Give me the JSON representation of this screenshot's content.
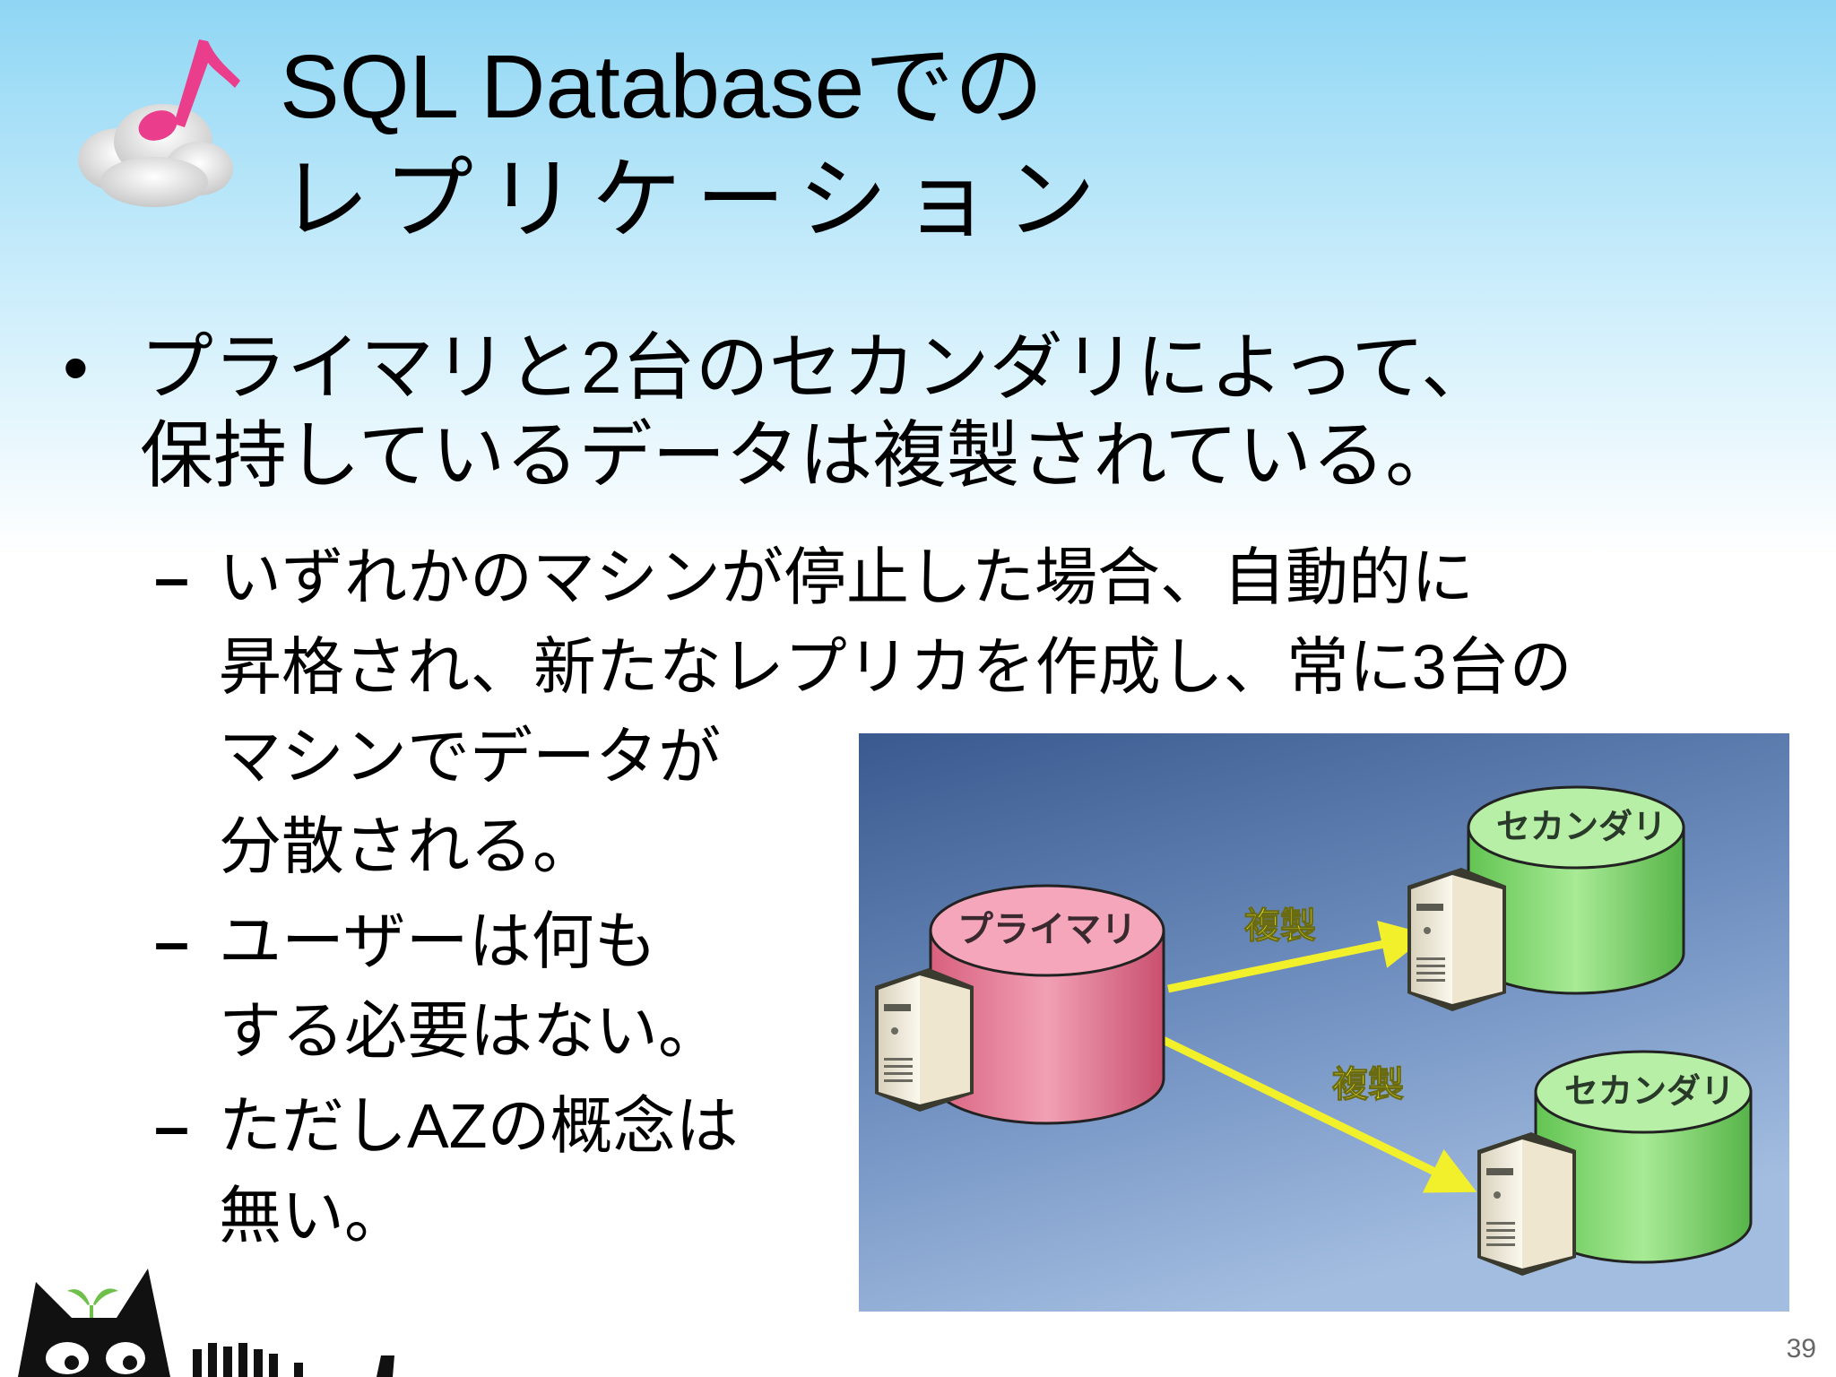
{
  "slide": {
    "title_line1": "SQL Databaseでの",
    "title_line2": "レプリケーション",
    "page_number": "39"
  },
  "bullets": {
    "main_line1_a": "プライマリと",
    "main_line1_num": "2",
    "main_line1_b": "台のセカンダリによって、",
    "main_line2": "保持しているデータは複製されている。",
    "sub1_line1": "いずれかのマシンが停止した場合、自動的に",
    "sub1_line2_a": "昇格され、新たなレプリカを作成し、常に",
    "sub1_line2_num": "3",
    "sub1_line2_b": "台の",
    "sub1_line3": "マシンでデータが",
    "sub1_line4": "分散される。",
    "sub2_line1": "ユーザーは何も",
    "sub2_line2": "する必要はない。",
    "sub3_line1_a": "ただし",
    "sub3_line1_az": "AZ",
    "sub3_line1_b": "の概念は",
    "sub3_line2": "無い。",
    "dash": "–",
    "bullet": "•"
  },
  "diagram": {
    "primary_label": "プライマリ",
    "secondary1_label": "セカンダリ",
    "secondary2_label": "セカンダリ",
    "replicate1_label": "複製",
    "replicate2_label": "複製",
    "colors": {
      "background_top": "#3a5a8f",
      "background_bottom": "#9ab6dc",
      "primary_db": "#e07a94",
      "secondary_db": "#8fdc7a",
      "arrow": "#f2f02a"
    }
  },
  "icons": [
    "music-note-cloud-icon",
    "server-icon",
    "cat-mascot-icon"
  ]
}
